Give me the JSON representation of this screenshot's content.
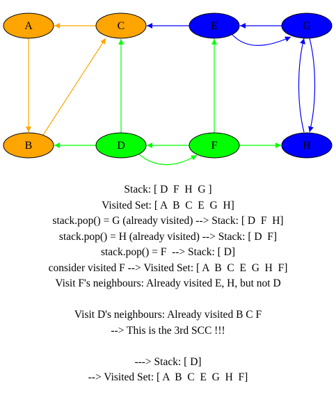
{
  "colors": {
    "orange": "#ffa500",
    "green": "#00ff00",
    "blue": "#0000ff",
    "stroke": "#000000"
  },
  "nodes": [
    {
      "id": "A",
      "label": "A",
      "color": "#ffa500",
      "label_color": "#000000"
    },
    {
      "id": "C",
      "label": "C",
      "color": "#ffa500",
      "label_color": "#000000"
    },
    {
      "id": "E",
      "label": "E",
      "color": "#0000ff",
      "label_color": "#000000"
    },
    {
      "id": "G",
      "label": "G",
      "color": "#0000ff",
      "label_color": "#000000"
    },
    {
      "id": "B",
      "label": "B",
      "color": "#ffa500",
      "label_color": "#000000"
    },
    {
      "id": "D",
      "label": "D",
      "color": "#00ff00",
      "label_color": "#000000"
    },
    {
      "id": "F",
      "label": "F",
      "color": "#00ff00",
      "label_color": "#000000"
    },
    {
      "id": "H",
      "label": "H",
      "color": "#0000ff",
      "label_color": "#000000"
    }
  ],
  "edges": [
    {
      "from": "C",
      "to": "A",
      "color": "#ffa500"
    },
    {
      "from": "A",
      "to": "B",
      "color": "#ffa500"
    },
    {
      "from": "B",
      "to": "C",
      "color": "#ffa500"
    },
    {
      "from": "E",
      "to": "C",
      "color": "#0000ff"
    },
    {
      "from": "G",
      "to": "E",
      "color": "#0000ff"
    },
    {
      "from": "E",
      "to": "G",
      "color": "#0000ff"
    },
    {
      "from": "G",
      "to": "H",
      "color": "#0000ff"
    },
    {
      "from": "H",
      "to": "G",
      "color": "#0000ff"
    },
    {
      "from": "D",
      "to": "C",
      "color": "#00ff00"
    },
    {
      "from": "D",
      "to": "B",
      "color": "#00ff00"
    },
    {
      "from": "D",
      "to": "F",
      "color": "#00ff00"
    },
    {
      "from": "F",
      "to": "D",
      "color": "#00ff00"
    },
    {
      "from": "F",
      "to": "E",
      "color": "#00ff00"
    },
    {
      "from": "F",
      "to": "H",
      "color": "#00ff00"
    }
  ],
  "text_lines": [
    "Stack: [ D  F  H  G ]",
    "Visited Set: [ A  B  C  E  G  H]",
    "stack.pop() = G (already visited) --> Stack: [ D  F  H]",
    "stack.pop() = H (already visited) --> Stack: [ D  F]",
    "stack.pop() = F  --> Stack: [ D]",
    "consider visited F --> Visited Set: [ A  B  C  E  G  H  F]",
    "Visit F's neighbours: Already visited E, H, but not D",
    "",
    "Visit D's neighbours: Already visited B C F",
    "--> This is the 3rd SCC !!!",
    "",
    "---> Stack: [ D]",
    "--> Visited Set: [ A  B  C  E  G  H  F]"
  ]
}
